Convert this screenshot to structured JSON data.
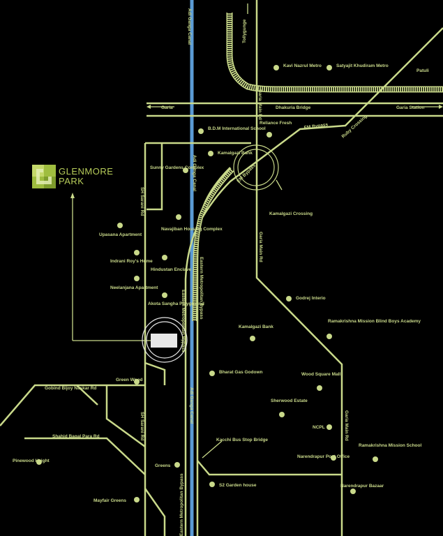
{
  "brand": {
    "line1": "GLENMORE",
    "line2": "PARK",
    "icon": "glenmore-leaf-logo"
  },
  "colors": {
    "road": "#c9d98a",
    "canal": "#5b9bd5",
    "background": "#000000",
    "brand": "#b7cd5a"
  },
  "roads": {
    "adi_ganga_canal": "Adi Ganga Canal",
    "tollygunge": "Tollygunge",
    "garia": "Garia",
    "dhakuria_bridge": "Dhakuria Bridge",
    "garia_station": "Garia Station",
    "em_bypass": "EM Bypass",
    "ruby_crossing": "Ruby Crossing",
    "patuli": "Patuli",
    "garia_main_rd": "Garia Main Rd",
    "sh_sarani_rd": "SH Sarani Rd",
    "gobind_bijoy_naskar_rd": "Gobind Bijoy Naskar Rd",
    "shahid_bagal_para_rd": "Shahid Bagal Para Rd",
    "eastern_metropolitan_bypass": "Eastern Metropolitan Bypass"
  },
  "places": {
    "kavi_nazrul_metro": "Kavi Nazrul Metro",
    "satyajit_metro": "Satyajit Khudiram Metro",
    "reliance_fresh": "Reliance Fresh",
    "bdm_school": "B.D.M International School",
    "kamalgazi_bank": "Kamalgazi Bank",
    "kamalgazi_crossing": "Kamalgazi Crossing",
    "sunny_gardens": "Sunny Gardens Complex",
    "upasana_apartment": "Upasana Apartment",
    "navajiban_housing": "Navajiban Housing Complex",
    "indrani_roys_home": "Indrani Roy's Home",
    "hindustan_enclave": "Hindustan Enclave",
    "neelanjana_apartment": "Neelanjana Apartment",
    "akota_sangha": "Akota Sangha Playground",
    "godrej_interio": "Godrej Interio",
    "ramakrishna_blind_boys": "Ramakrishna Mission Blind Boys Academy",
    "kamalgazi_bank_2": "Kamalgazi Bank",
    "bharat_gas": "Bharat Gas Godown",
    "wood_square_mall": "Wood Square Mall",
    "sherwood_estate": "Sherwood Estate",
    "ncpl": "NCPL",
    "ramakrishna_mission_school": "Ramakrishna Mission School",
    "narendrapur_post_office": "Narendrapur Post Office",
    "narendrapur_bazaar": "Narendrapur Bazaar",
    "green_wood": "Green Wood",
    "pinewood_height": "Pinewood Height",
    "kacchi_bus_stop": "Kacchi Bus Stop Bridge",
    "greens": "Greens",
    "s2_garden_house": "S2 Garden house",
    "mayfair_greens": "Mayfair Greens"
  }
}
